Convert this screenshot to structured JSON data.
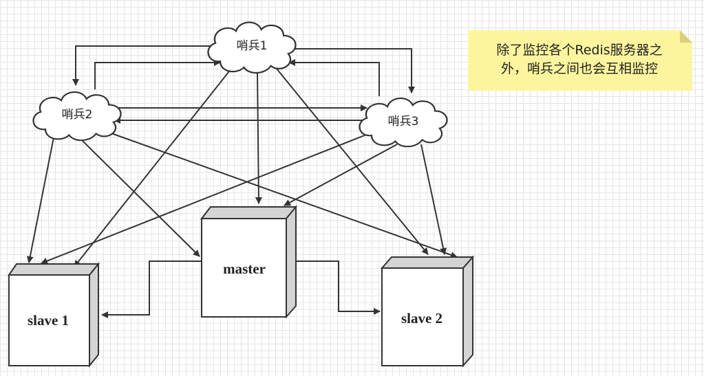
{
  "diagram": {
    "sentinels": [
      {
        "id": "s1",
        "label": "哨兵1"
      },
      {
        "id": "s2",
        "label": "哨兵2"
      },
      {
        "id": "s3",
        "label": "哨兵3"
      }
    ],
    "servers": [
      {
        "id": "master",
        "label": "master"
      },
      {
        "id": "slave1",
        "label": "slave 1"
      },
      {
        "id": "slave2",
        "label": "slave 2"
      }
    ],
    "monitor_edges": [
      [
        "s1",
        "s2"
      ],
      [
        "s2",
        "s1"
      ],
      [
        "s1",
        "s3"
      ],
      [
        "s3",
        "s1"
      ],
      [
        "s2",
        "s3"
      ],
      [
        "s3",
        "s2"
      ],
      [
        "s1",
        "master"
      ],
      [
        "s1",
        "slave1"
      ],
      [
        "s1",
        "slave2"
      ],
      [
        "s2",
        "master"
      ],
      [
        "s2",
        "slave1"
      ],
      [
        "s2",
        "slave2"
      ],
      [
        "s3",
        "master"
      ],
      [
        "s3",
        "slave1"
      ],
      [
        "s3",
        "slave2"
      ]
    ],
    "replication_edges": [
      [
        "master",
        "slave1"
      ],
      [
        "master",
        "slave2"
      ]
    ],
    "note": "除了监控各个Redis服务器之\n外，哨兵之间也会互相监控"
  },
  "colors": {
    "note_fill": "#fdf59d",
    "box_front": "#ffffff",
    "box_side": "#d4d4d4",
    "stroke": "#333333"
  }
}
